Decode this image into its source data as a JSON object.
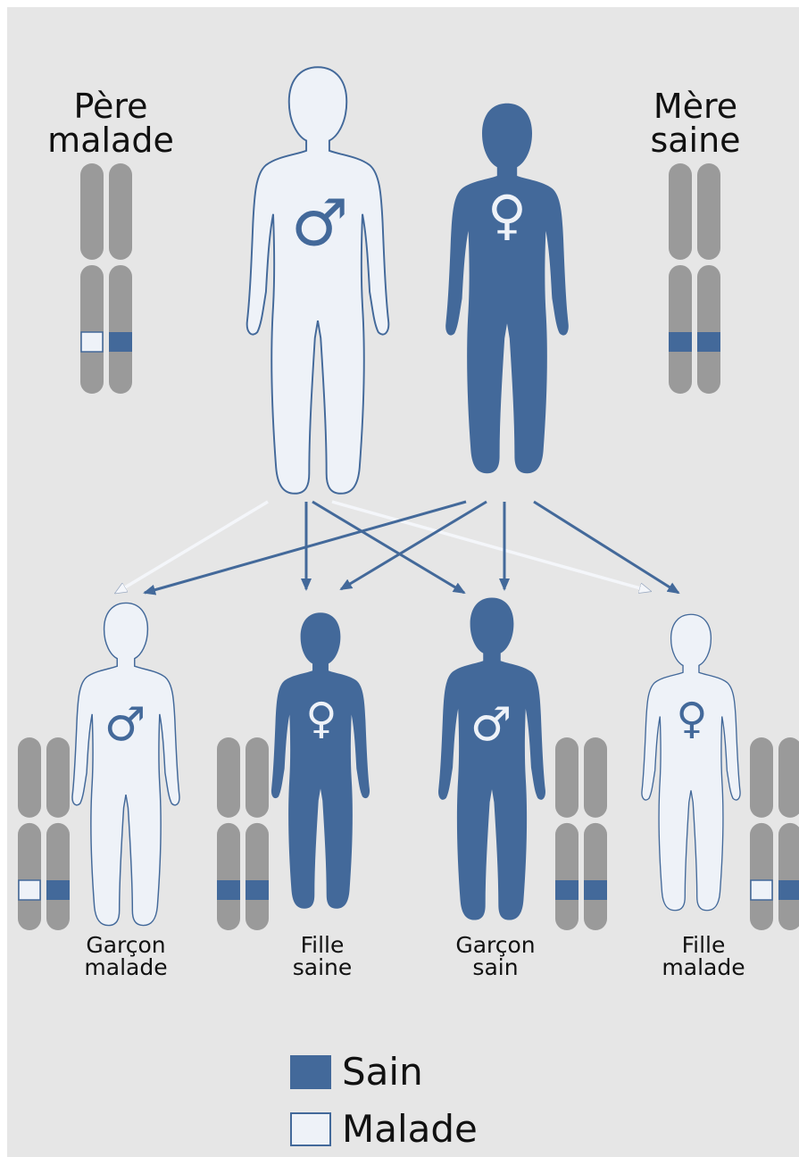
{
  "colors": {
    "healthy": "#43699a",
    "sick": "#eef2f8",
    "chromosome": "#9a9a9a",
    "outline": "#43699a",
    "background": "#e6e6e6"
  },
  "parents": {
    "father": {
      "line1": "Père",
      "line2": "malade",
      "symbol": "♂",
      "status": "sick",
      "alleles": [
        "sick",
        "healthy"
      ]
    },
    "mother": {
      "line1": "Mère",
      "line2": "saine",
      "symbol": "♀",
      "status": "healthy",
      "alleles": [
        "healthy",
        "healthy"
      ]
    }
  },
  "children": [
    {
      "line1": "Garçon",
      "line2": "malade",
      "symbol": "♂",
      "status": "sick",
      "alleles": [
        "sick",
        "healthy"
      ]
    },
    {
      "line1": "Fille",
      "line2": "saine",
      "symbol": "♀",
      "status": "healthy",
      "alleles": [
        "healthy",
        "healthy"
      ]
    },
    {
      "line1": "Garçon",
      "line2": "sain",
      "symbol": "♂",
      "status": "healthy",
      "alleles": [
        "healthy",
        "healthy"
      ]
    },
    {
      "line1": "Fille",
      "line2": "malade",
      "symbol": "♀",
      "status": "sick",
      "alleles": [
        "sick",
        "healthy"
      ]
    }
  ],
  "legend": {
    "healthy_label": "Sain",
    "sick_label": "Malade"
  }
}
